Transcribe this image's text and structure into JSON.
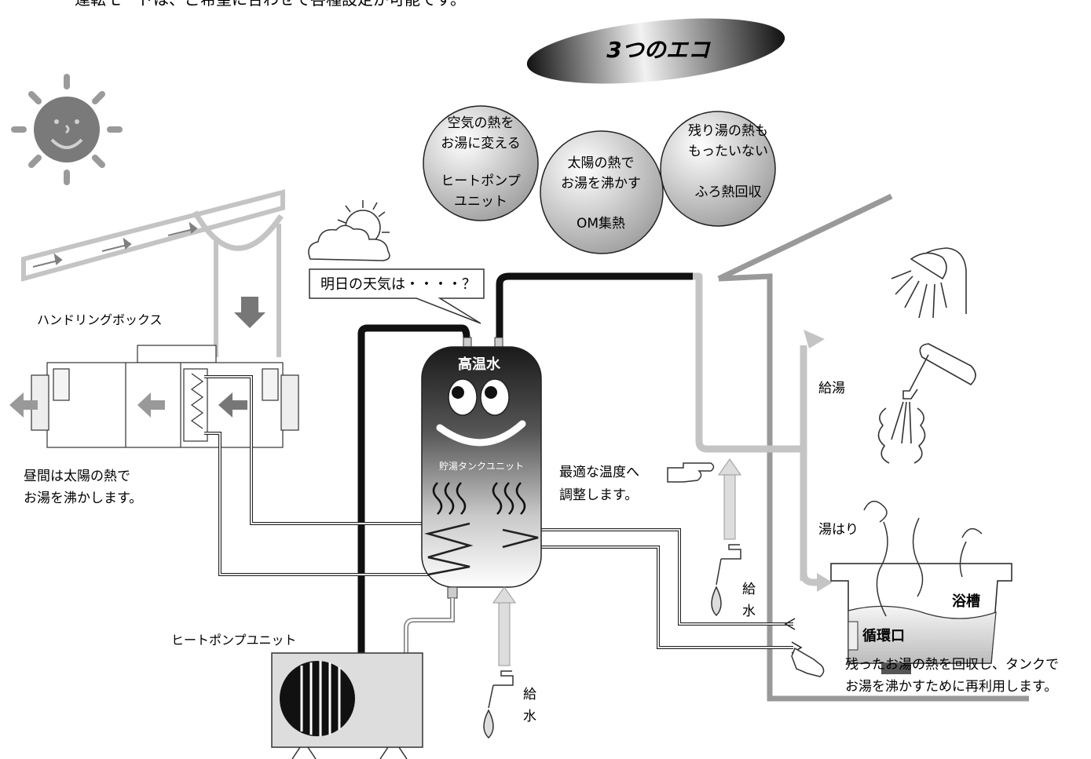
{
  "intro_text": "運転モードは、ご希望に合わせて各種設定が可能です。",
  "title_banner": "3つのエコ",
  "eco_circles": [
    {
      "line1": "空気の熱を",
      "line2": "お湯に変える",
      "line3": "ヒートポンプ",
      "line4": "ユニット"
    },
    {
      "line1": "太陽の熱で",
      "line2": "お湯を沸かす",
      "line3": "OM集熱"
    },
    {
      "line1": "残り湯の熱も",
      "line2": "もったいない",
      "line3": "ふろ熱回収"
    }
  ],
  "weather_bubble": "明日の天気は・・・・？",
  "labels": {
    "handling_box": "ハンドリングボックス",
    "daytime_line1": "昼間は太陽の熱で",
    "daytime_line2": "お湯を沸かします。",
    "heat_pump": "ヒートポンプユニット",
    "high_temp": "高温水",
    "storage_tank": "貯湯タンクユニット",
    "optimal_line1": "最適な温度へ",
    "optimal_line2": "調整します。",
    "supply_hot": "給湯",
    "bath_fill": "湯はり",
    "bathtub": "浴槽",
    "circulation": "循環口",
    "water_supply_1a": "給",
    "water_supply_1b": "水",
    "water_supply_2a": "給",
    "water_supply_2b": "水",
    "recovery_line1": "残ったお湯の熱を回収し、タンクで",
    "recovery_line2": "お湯を沸かすために再利用します。"
  },
  "colors": {
    "light_pipe": "#bdbdbd",
    "mid_pipe": "#8f8f8f",
    "dark_pipe": "#111111",
    "sun": "#7a7a7a"
  }
}
